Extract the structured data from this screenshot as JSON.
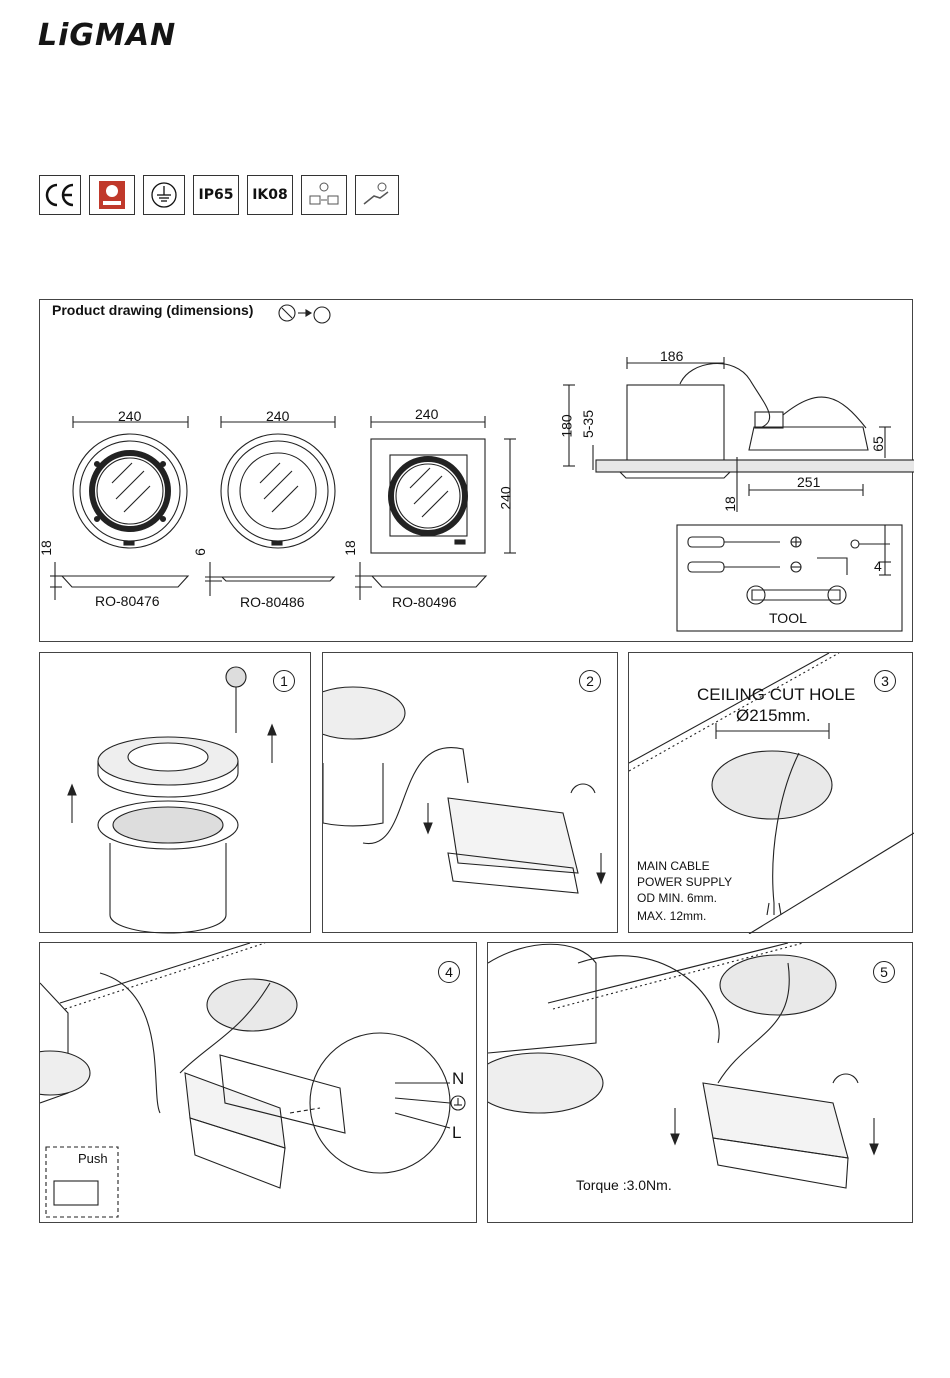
{
  "brand": {
    "name": "LiGMAN"
  },
  "certifications": [
    "CE",
    "QA",
    "earth",
    "IP65",
    "IK08",
    "icon-6",
    "icon-7"
  ],
  "drawing": {
    "title": "Product drawing (dimensions)",
    "products": [
      {
        "model": "RO-80476",
        "width": "240",
        "height": "18"
      },
      {
        "model": "RO-80486",
        "width": "240",
        "height": "6"
      },
      {
        "model": "RO-80496",
        "width": "240",
        "side": "240",
        "height": "18"
      }
    ],
    "side_view": {
      "top": "186",
      "height": "180",
      "range": "5-35",
      "box_height": "65",
      "box_length": "251",
      "flange": "18"
    },
    "tool_box": {
      "label": "TOOL",
      "hex": "4"
    }
  },
  "steps": [
    {
      "number": "1"
    },
    {
      "number": "2"
    },
    {
      "number": "3",
      "title": "CEILING CUT HOLE",
      "hole": "Ø215mm.",
      "cable_lines": [
        "MAIN CABLE",
        "POWER SUPPLY",
        "OD MIN. 6mm.",
        "MAX. 12mm."
      ]
    },
    {
      "number": "4",
      "push": "Push",
      "n": "N",
      "l": "L"
    },
    {
      "number": "5",
      "torque": "Torque :3.0Nm."
    }
  ]
}
